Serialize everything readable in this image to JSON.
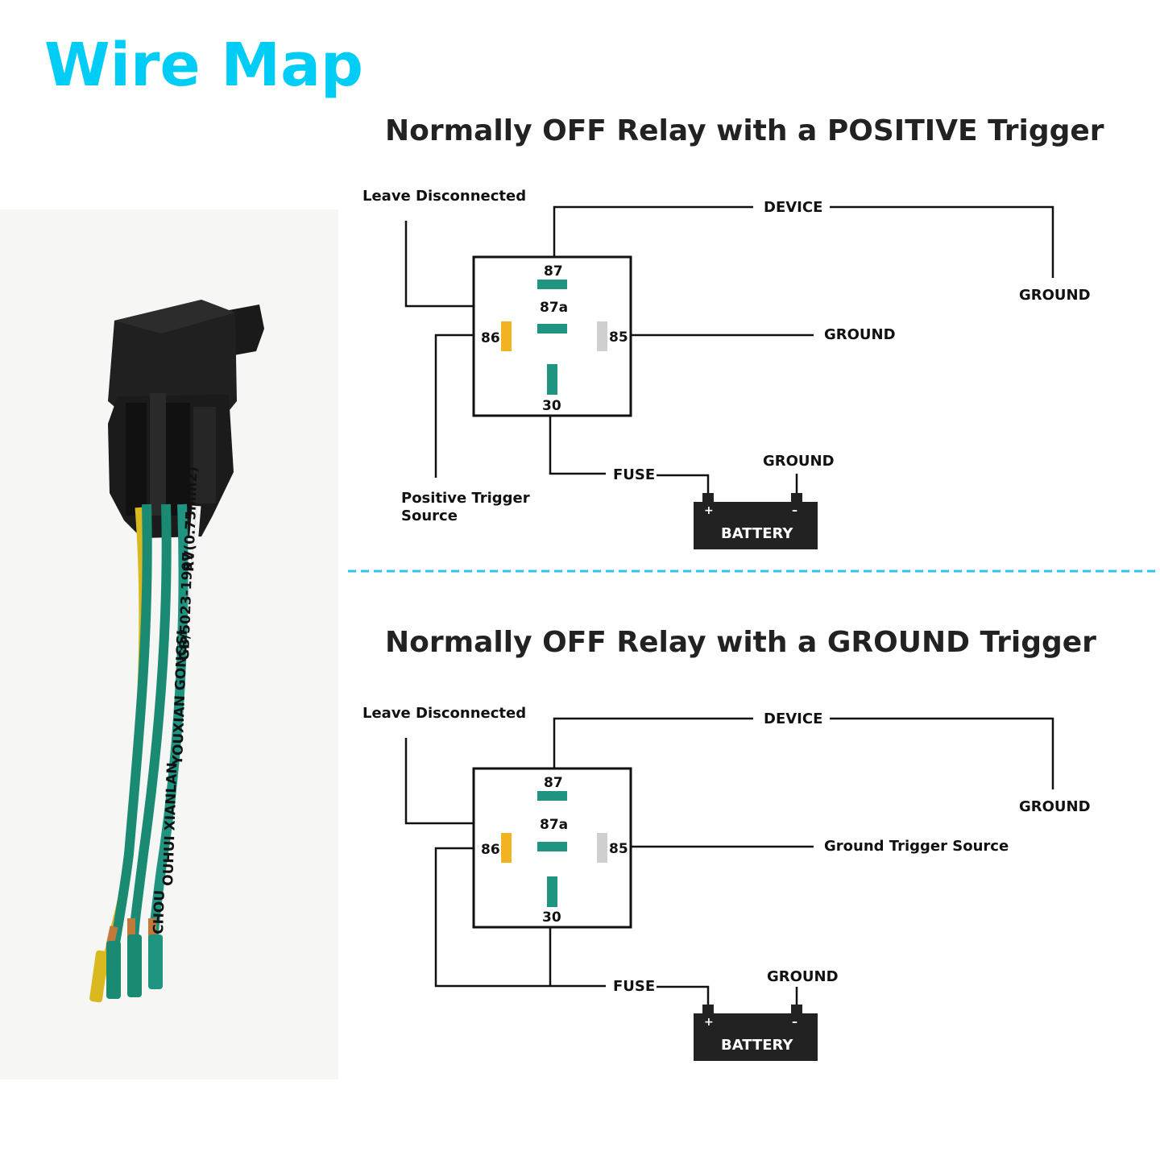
{
  "title": "Wire Map",
  "colors": {
    "title": "#00cdf5",
    "divider": "#29c5e6",
    "pin_teal": "#1f9480",
    "pin_yellow": "#f2b320",
    "pin_gray": "#cfcfcf",
    "battery": "#222222"
  },
  "photo": {
    "cable_print": [
      "RV(0.75mm2)",
      "GB/5023-1997",
      "YOUXIAN  GONGSI",
      "OUHUI  XIANLAN",
      "CHOU"
    ]
  },
  "positive": {
    "heading": "Normally OFF Relay with a POSITIVE Trigger",
    "leave_disconnected": "Leave Disconnected",
    "device": "DEVICE",
    "ground_device": "GROUND",
    "ground_85": "GROUND",
    "trigger_source_line1": "Positive Trigger",
    "trigger_source_line2": "Source",
    "fuse": "FUSE",
    "ground_battery": "GROUND",
    "battery": "BATTERY",
    "plus": "+",
    "minus": "–",
    "pins": {
      "p87": "87",
      "p87a": "87a",
      "p86": "86",
      "p85": "85",
      "p30": "30"
    }
  },
  "ground": {
    "heading": "Normally OFF Relay with a GROUND Trigger",
    "leave_disconnected": "Leave Disconnected",
    "device": "DEVICE",
    "ground_device": "GROUND",
    "trigger_source": "Ground Trigger Source",
    "fuse": "FUSE",
    "ground_battery": "GROUND",
    "battery": "BATTERY",
    "plus": "+",
    "minus": "–",
    "pins": {
      "p87": "87",
      "p87a": "87a",
      "p86": "86",
      "p85": "85",
      "p30": "30"
    }
  }
}
